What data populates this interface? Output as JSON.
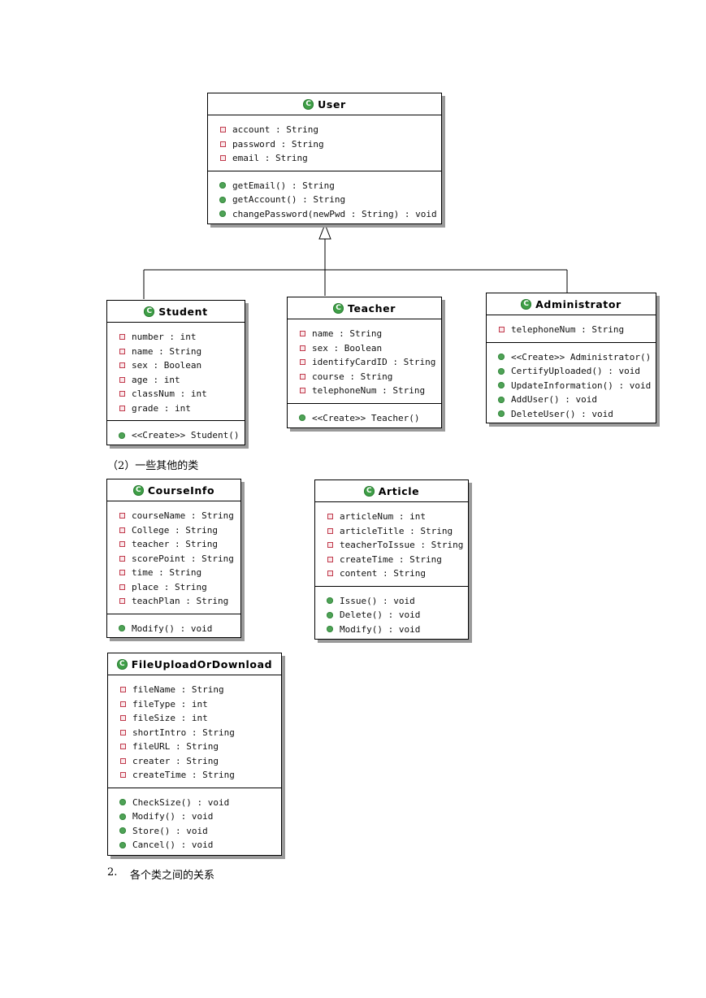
{
  "classes": {
    "user": {
      "name": "User",
      "attributes": [
        "account : String",
        "password : String",
        "email : String"
      ],
      "methods": [
        "getEmail() : String",
        "getAccount() : String",
        "changePassword(newPwd : String) : void"
      ]
    },
    "student": {
      "name": "Student",
      "attributes": [
        "number : int",
        "name : String",
        "sex : Boolean",
        "age : int",
        "classNum : int",
        "grade : int"
      ],
      "methods": [
        "<<Create>> Student()"
      ]
    },
    "teacher": {
      "name": "Teacher",
      "attributes": [
        "name : String",
        "sex : Boolean",
        "identifyCardID : String",
        "course : String",
        "telephoneNum : String"
      ],
      "methods": [
        "<<Create>> Teacher()"
      ]
    },
    "administrator": {
      "name": "Administrator",
      "attributes": [
        "telephoneNum : String"
      ],
      "methods": [
        "<<Create>> Administrator()",
        "CertifyUploaded() : void",
        "UpdateInformation() : void",
        "AddUser() : void",
        "DeleteUser() : void"
      ]
    },
    "courseinfo": {
      "name": "CourseInfo",
      "attributes": [
        "courseName : String",
        "College : String",
        "teacher : String",
        "scorePoint : String",
        "time : String",
        "place : String",
        "teachPlan : String"
      ],
      "methods": [
        "Modify() : void"
      ]
    },
    "article": {
      "name": "Article",
      "attributes": [
        "articleNum : int",
        "articleTitle : String",
        "teacherToIssue : String",
        "createTime : String",
        "content : String"
      ],
      "methods": [
        "Issue() : void",
        "Delete() : void",
        "Modify() : void"
      ]
    },
    "fileupload": {
      "name": "FileUploadOrDownload",
      "attributes": [
        "fileName : String",
        "fileType : int",
        "fileSize : int",
        "shortIntro : String",
        "fileURL : String",
        "creater : String",
        "createTime : String"
      ],
      "methods": [
        "CheckSize() : void",
        "Modify() : void",
        "Store() : void",
        "Cancel() : void"
      ]
    }
  },
  "captions": {
    "other_classes": "（2）一些其他的类",
    "section2_number": "2.",
    "section2_title": "各个类之间的关系"
  }
}
